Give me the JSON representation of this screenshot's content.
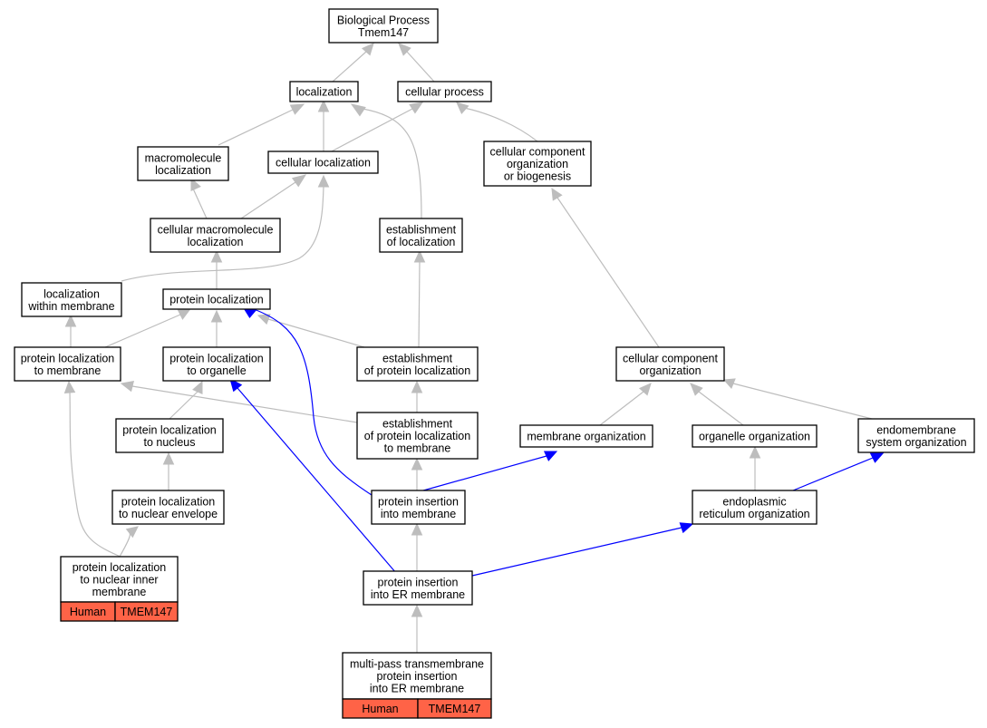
{
  "colors": {
    "is_a": "#bdbdbd",
    "part_of": "#0000ff",
    "annotation": "#ff6347",
    "border": "#000000"
  },
  "nodes": {
    "root": [
      "Biological Process",
      "Tmem147"
    ],
    "localization": [
      "localization"
    ],
    "cellular_process": [
      "cellular process"
    ],
    "macromolecule_localization": [
      "macromolecule",
      "localization"
    ],
    "cellular_localization": [
      "cellular localization"
    ],
    "ccob": [
      "cellular component",
      "organization",
      "or biogenesis"
    ],
    "cellular_macromolecule_localization": [
      "cellular macromolecule",
      "localization"
    ],
    "establishment_of_localization": [
      "establishment",
      "of localization"
    ],
    "localization_within_membrane": [
      "localization",
      "within membrane"
    ],
    "protein_localization": [
      "protein localization"
    ],
    "protein_localization_to_membrane": [
      "protein localization",
      "to membrane"
    ],
    "protein_localization_to_organelle": [
      "protein localization",
      "to organelle"
    ],
    "establishment_of_protein_localization": [
      "establishment",
      "of protein localization"
    ],
    "cellular_component_organization": [
      "cellular component",
      "organization"
    ],
    "protein_localization_to_nucleus": [
      "protein localization",
      "to nucleus"
    ],
    "establishment_of_protein_localization_to_membrane": [
      "establishment",
      "of protein localization",
      "to membrane"
    ],
    "membrane_organization": [
      "membrane organization"
    ],
    "organelle_organization": [
      "organelle organization"
    ],
    "endomembrane_system_organization": [
      "endomembrane",
      "system organization"
    ],
    "protein_localization_to_nuclear_envelope": [
      "protein localization",
      "to nuclear envelope"
    ],
    "protein_insertion_into_membrane": [
      "protein insertion",
      "into membrane"
    ],
    "er_organization": [
      "endoplasmic",
      "reticulum organization"
    ],
    "protein_localization_to_nuclear_inner_membrane": [
      "protein localization",
      "to nuclear inner",
      "membrane"
    ],
    "protein_insertion_into_er_membrane": [
      "protein insertion",
      "into ER membrane"
    ],
    "multipass_insertion_into_er_membrane": [
      "multi-pass transmembrane",
      "protein insertion",
      "into ER membrane"
    ]
  },
  "annotations": {
    "protein_localization_to_nuclear_inner_membrane": [
      "Human",
      "TMEM147"
    ],
    "multipass_insertion_into_er_membrane": [
      "Human",
      "TMEM147"
    ]
  }
}
